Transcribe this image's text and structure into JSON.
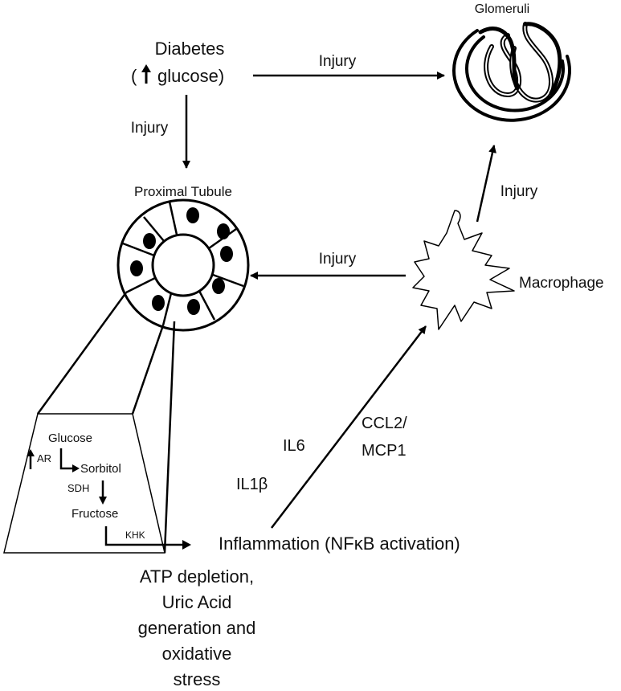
{
  "nodes": {
    "diabetes_line1": "Diabetes",
    "diabetes_line2": "(",
    "diabetes_glucose": "glucose)",
    "glomeruli": "Glomeruli",
    "proximal_tubule": "Proximal Tubule",
    "macrophage": "Macrophage",
    "inflammation": "Inflammation (NFκB activation)"
  },
  "edges": {
    "diabetes_to_glomeruli": "Injury",
    "diabetes_to_tubule": "Injury",
    "macrophage_to_glomeruli": "Injury",
    "macrophage_to_tubule": "Injury"
  },
  "cytokines": {
    "il6": "IL6",
    "il1b": "IL1β",
    "ccl2_line1": "CCL2/",
    "ccl2_line2": "MCP1"
  },
  "pathway": {
    "glucose": "Glucose",
    "ar": "AR",
    "sorbitol": "Sorbitol",
    "sdh": "SDH",
    "fructose": "Fructose",
    "khk": "KHK"
  },
  "outcome": {
    "line1": "ATP depletion,",
    "line2": "Uric Acid",
    "line3": "generation and",
    "line4": "oxidative",
    "line5": "stress"
  }
}
